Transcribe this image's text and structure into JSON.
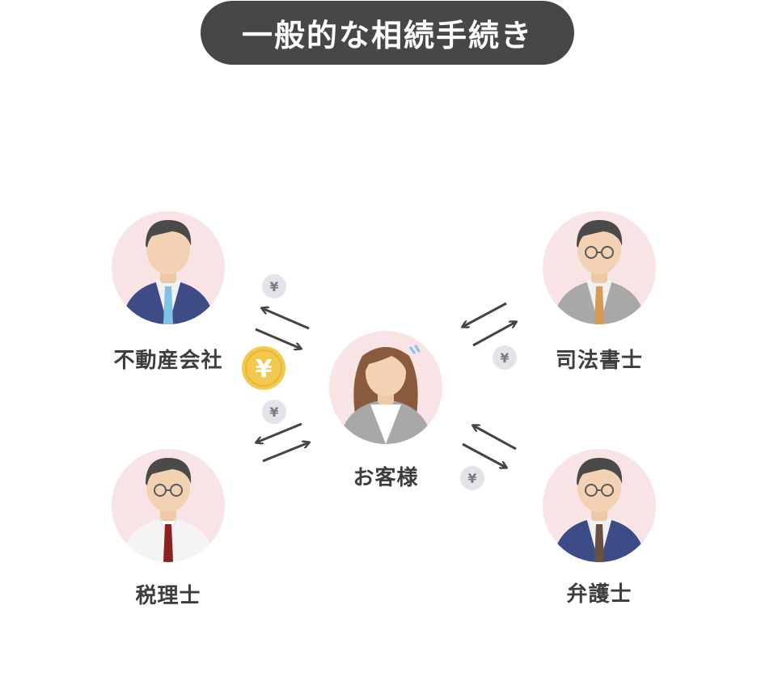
{
  "title": "一般的な相続手続き",
  "center": {
    "label": "お客様"
  },
  "parties": [
    {
      "id": "real-estate",
      "label": "不動産会社"
    },
    {
      "id": "judicial-scrivener",
      "label": "司法書士"
    },
    {
      "id": "tax-accountant",
      "label": "税理士"
    },
    {
      "id": "lawyer",
      "label": "弁護士"
    }
  ],
  "currency_symbol": "¥",
  "colors": {
    "pill_bg": "#474747",
    "avatar_bg": "#f8e4e4",
    "coin_gold": "#f2c94c",
    "coin_gray": "#e3e3ea",
    "arrow": "#444444"
  }
}
